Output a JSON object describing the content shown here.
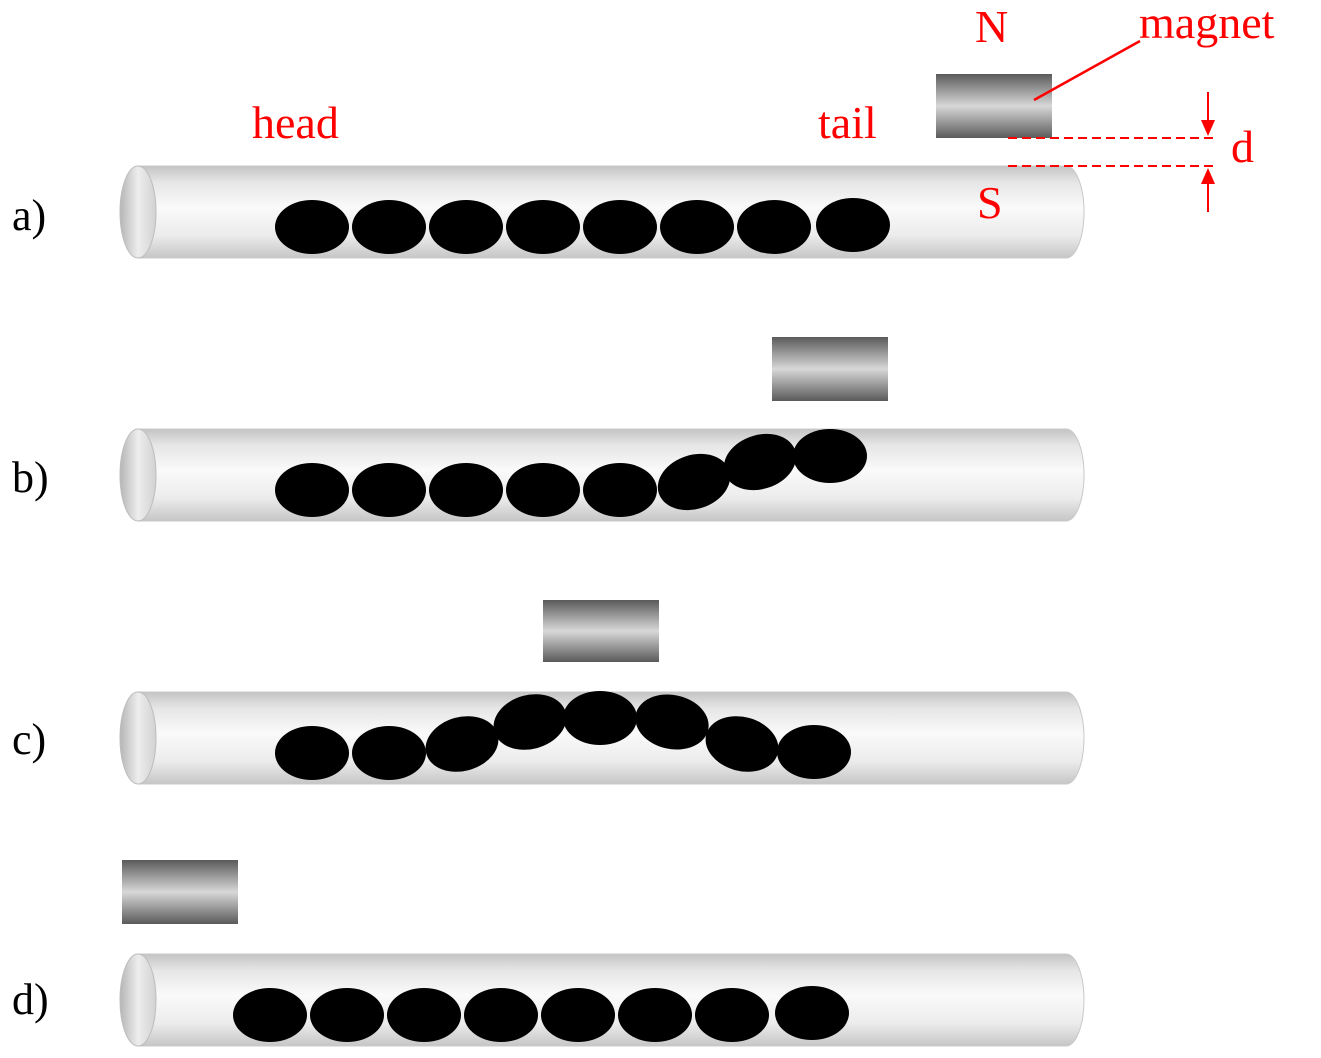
{
  "labels": {
    "head": "head",
    "tail": "tail",
    "north": "N",
    "south": "S",
    "magnet": "magnet",
    "distance": "d"
  },
  "panels": [
    {
      "label": "a)"
    },
    {
      "label": "b)"
    },
    {
      "label": "c)"
    },
    {
      "label": "d)"
    }
  ],
  "colors": {
    "annotation": "#ff0000",
    "particle": "#000000",
    "label": "#000000",
    "tube_light": "#f7f7f7",
    "tube_dark": "#bdbdbd",
    "magnet_light": "#d0d0d0",
    "magnet_dark": "#555555"
  }
}
